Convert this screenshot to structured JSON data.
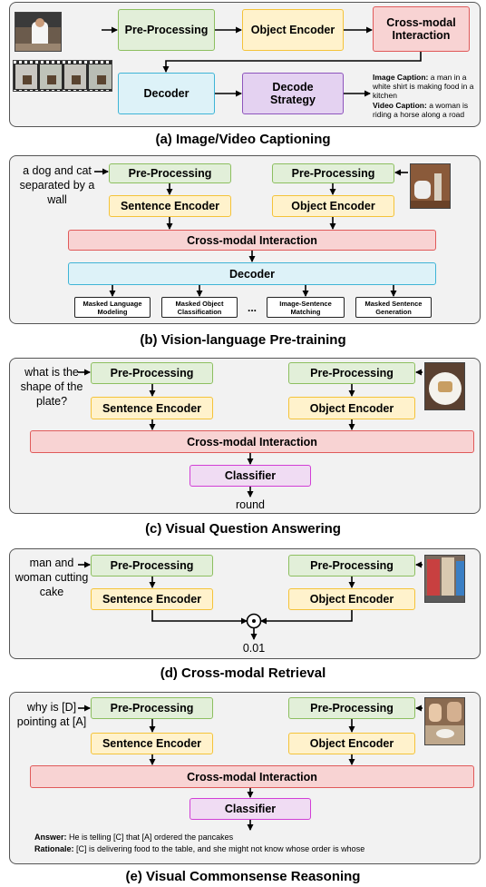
{
  "a": {
    "preproc": "Pre-Processing",
    "obj_enc": "Object Encoder",
    "cross": "Cross-modal\nInteraction",
    "decoder": "Decoder",
    "strategy": "Decode\nStrategy",
    "img_cap_label": "Image Caption:",
    "img_cap_text": " a man in a white shirt is making food in a kitchen",
    "vid_cap_label": "Video Caption:",
    "vid_cap_text": " a woman is riding a horse along a road",
    "caption": "(a) Image/Video Captioning"
  },
  "b": {
    "query": "a dog and cat separated by a wall",
    "preproc_left": "Pre-Processing",
    "preproc_right": "Pre-Processing",
    "sent_enc": "Sentence Encoder",
    "obj_enc": "Object Encoder",
    "cross": "Cross-modal Interaction",
    "decoder": "Decoder",
    "tasks": [
      "Masked Language Modeling",
      "Masked Object Classification",
      "...",
      "Image-Sentence Matching",
      "Masked Sentence Generation"
    ],
    "caption": "(b) Vision-language Pre-training"
  },
  "c": {
    "query": "what is the shape of the plate?",
    "preproc_left": "Pre-Processing",
    "preproc_right": "Pre-Processing",
    "sent_enc": "Sentence Encoder",
    "obj_enc": "Object Encoder",
    "cross": "Cross-modal Interaction",
    "classifier": "Classifier",
    "answer": "round",
    "caption": "(c) Visual Question Answering"
  },
  "d": {
    "query": "man and woman cutting cake",
    "preproc_left": "Pre-Processing",
    "preproc_right": "Pre-Processing",
    "sent_enc": "Sentence Encoder",
    "obj_enc": "Object Encoder",
    "score": "0.01",
    "caption": "(d) Cross-modal Retrieval"
  },
  "e": {
    "query": "why is [D] pointing at [A]",
    "preproc_left": "Pre-Processing",
    "preproc_right": "Pre-Processing",
    "sent_enc": "Sentence Encoder",
    "obj_enc": "Object Encoder",
    "cross": "Cross-modal Interaction",
    "classifier": "Classifier",
    "answer_label": "Answer:",
    "answer_text": " He is telling [C] that [A] ordered the pancakes",
    "rationale_label": "Rationale:",
    "rationale_text": " [C] is delivering food to the table, and she might not know whose order is whose",
    "caption": "(e) Visual Commonsense Reasoning"
  }
}
